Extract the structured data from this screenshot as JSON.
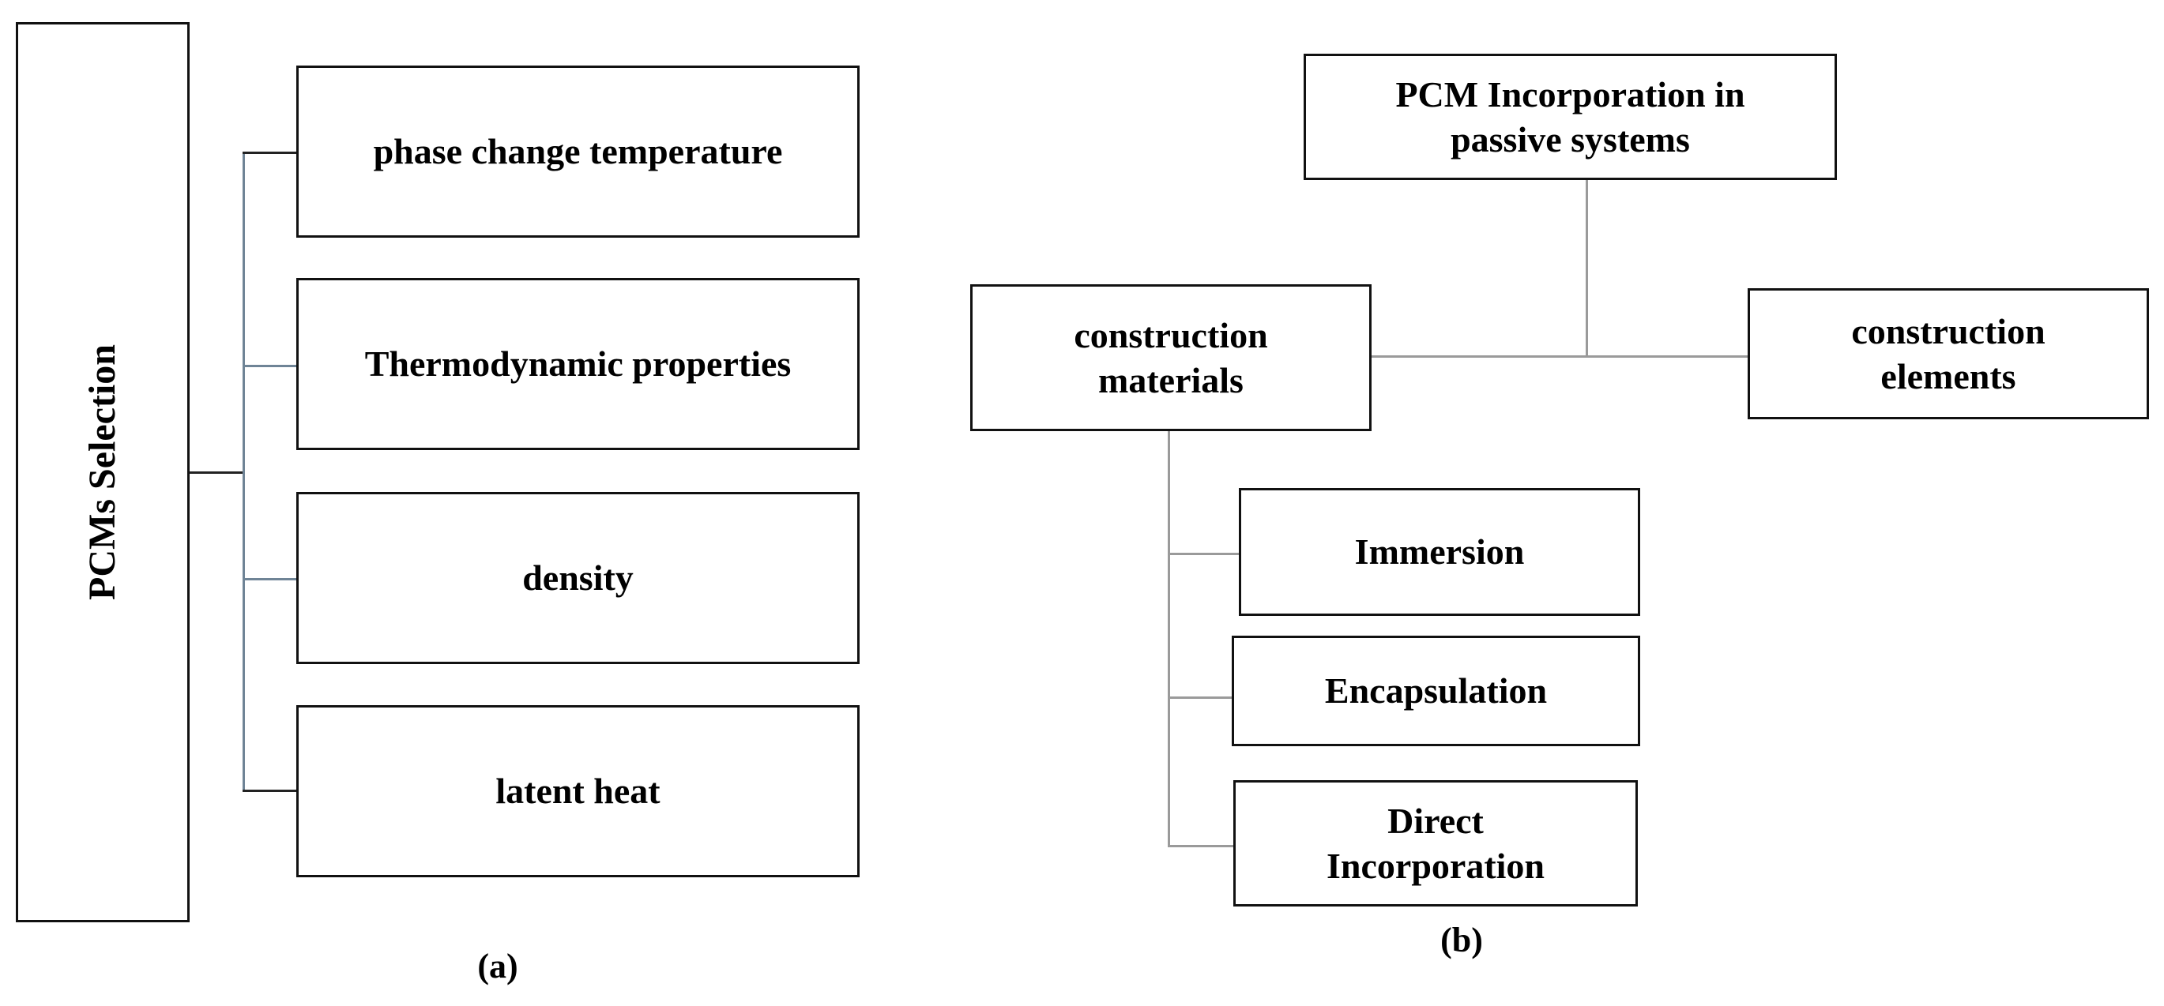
{
  "panel_a": {
    "root": "PCMs Selection",
    "items": [
      "phase change temperature",
      "Thermodynamic properties",
      "density",
      "latent heat"
    ],
    "caption": "(a)"
  },
  "panel_b": {
    "root": "PCM Incorporation in\npassive systems",
    "left_branch": "construction\nmaterials",
    "right_branch": "construction\nelements",
    "sub_items": [
      "Immersion",
      "Encapsulation",
      "Direct\nIncorporation"
    ],
    "caption": "(b)"
  },
  "colors": {
    "box_border": "#111111",
    "connector_a": "#6f8496",
    "connector_b": "#9a9a9a"
  }
}
